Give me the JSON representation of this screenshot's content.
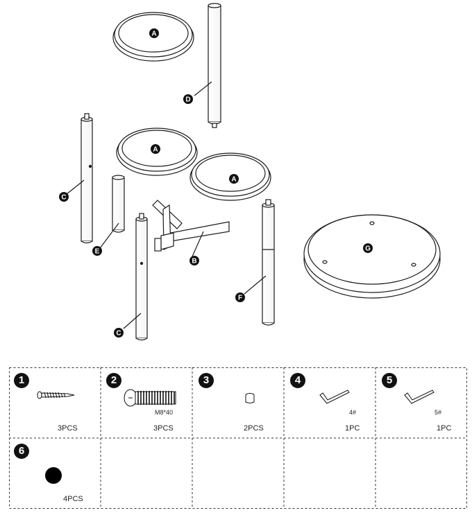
{
  "parts": [
    {
      "letter": "A",
      "name": "tabletop-a"
    },
    {
      "letter": "D",
      "name": "center-pole-d"
    },
    {
      "letter": "C",
      "name": "leg-c"
    },
    {
      "letter": "E",
      "name": "short-post-e"
    },
    {
      "letter": "B",
      "name": "tri-bracket-b"
    },
    {
      "letter": "F",
      "name": "leg-f"
    },
    {
      "letter": "G",
      "name": "round-base-g"
    }
  ],
  "hardware": [
    {
      "number": "1",
      "icon": "wood-screw-icon",
      "spec": "",
      "qty": "3PCS"
    },
    {
      "number": "2",
      "icon": "bolt-icon",
      "spec": "M8*40",
      "qty": "3PCS"
    },
    {
      "number": "3",
      "icon": "cap-icon",
      "spec": "",
      "qty": "2PCS"
    },
    {
      "number": "4",
      "icon": "allen-key-icon",
      "spec": "4#",
      "qty": "1PC"
    },
    {
      "number": "5",
      "icon": "allen-key-icon",
      "spec": "5#",
      "qty": "1PC"
    },
    {
      "number": "6",
      "icon": "foot-pad-icon",
      "spec": "",
      "qty": "4PCS"
    }
  ]
}
